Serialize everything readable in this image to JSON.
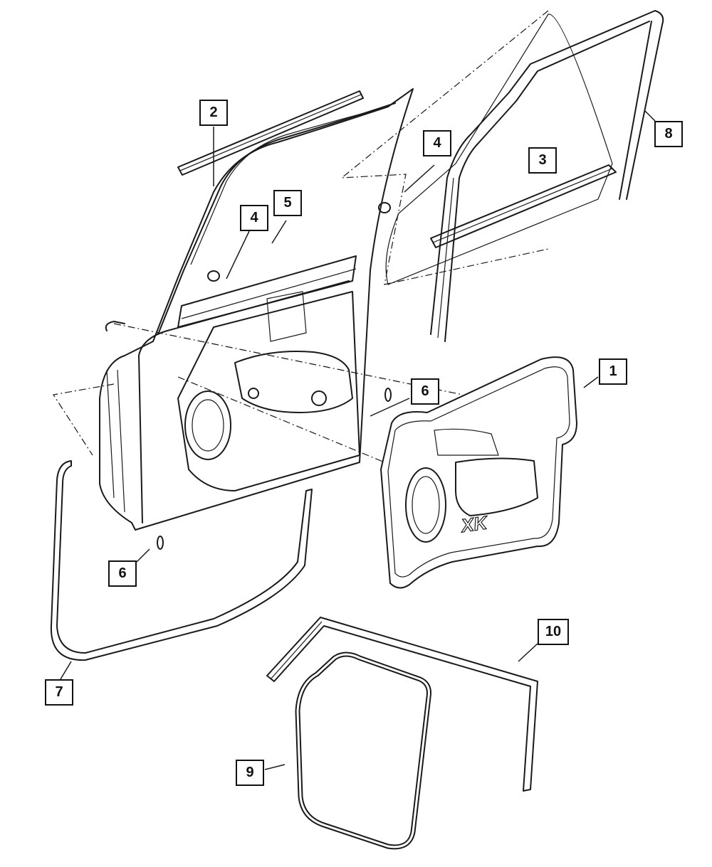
{
  "diagram": {
    "callouts": [
      {
        "id": "c1",
        "label": "1"
      },
      {
        "id": "c2",
        "label": "2"
      },
      {
        "id": "c3",
        "label": "3"
      },
      {
        "id": "c4a",
        "label": "4"
      },
      {
        "id": "c4b",
        "label": "4"
      },
      {
        "id": "c5",
        "label": "5"
      },
      {
        "id": "c6a",
        "label": "6"
      },
      {
        "id": "c6b",
        "label": "6"
      },
      {
        "id": "c7",
        "label": "7"
      },
      {
        "id": "c8",
        "label": "8"
      },
      {
        "id": "c9",
        "label": "9"
      },
      {
        "id": "c10",
        "label": "10"
      }
    ],
    "embossed_text": "XK"
  }
}
